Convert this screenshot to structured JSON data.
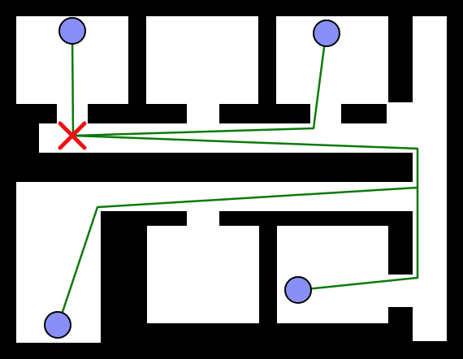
{
  "colors": {
    "wall": "#000000",
    "floor": "#ffffff",
    "path": "#0a7a0a",
    "node_fill": "#8890f8",
    "node_stroke": "#000000",
    "marker": "#ee1111"
  },
  "marker": {
    "name": "start-x-marker",
    "symbol": "x"
  },
  "nodes": [
    {
      "name": "node-top-left"
    },
    {
      "name": "node-top-right"
    },
    {
      "name": "node-bottom-left"
    },
    {
      "name": "node-bottom-right"
    }
  ]
}
